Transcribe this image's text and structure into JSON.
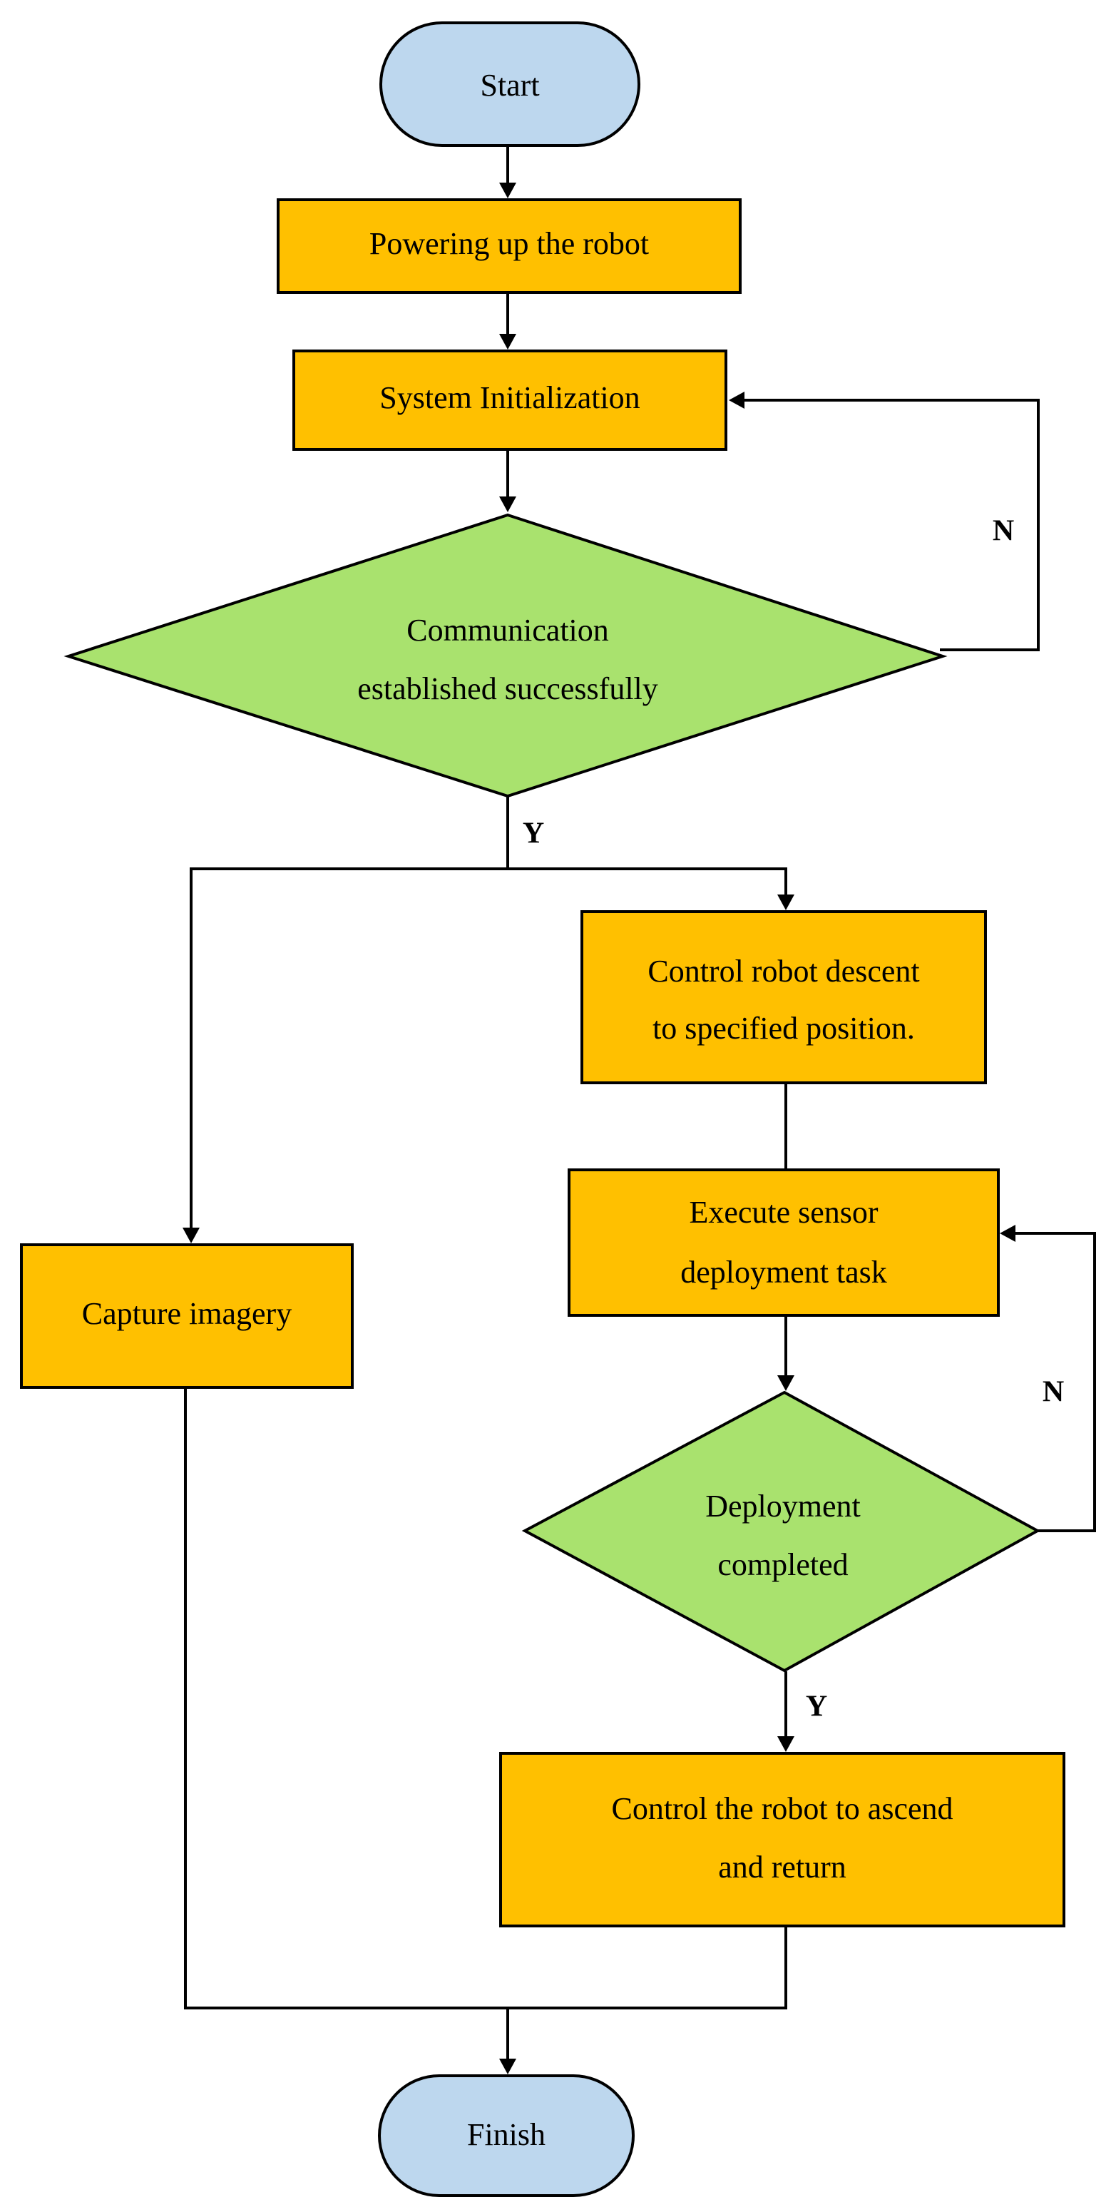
{
  "nodes": {
    "start": {
      "label": "Start"
    },
    "power_up": {
      "label": "Powering up the robot"
    },
    "system_init": {
      "label": "System Initialization"
    },
    "comm_check": {
      "line1": "Communication",
      "line2": "established successfully"
    },
    "descent": {
      "line1": "Control robot descent",
      "line2": "to specified position."
    },
    "capture": {
      "label": "Capture imagery"
    },
    "deploy_task": {
      "line1": "Execute sensor",
      "line2": "deployment task"
    },
    "deploy_check": {
      "line1": "Deployment",
      "line2": "completed"
    },
    "ascend": {
      "line1": "Control the robot to ascend",
      "line2": "and return"
    },
    "finish": {
      "label": "Finish"
    }
  },
  "branch_labels": {
    "comm_no": "N",
    "comm_yes": "Y",
    "deploy_no": "N",
    "deploy_yes": "Y"
  },
  "colors": {
    "terminal_fill": "#bdd7ee",
    "process_fill": "#ffc000",
    "decision_fill": "#a9e26e",
    "line": "#000000"
  }
}
